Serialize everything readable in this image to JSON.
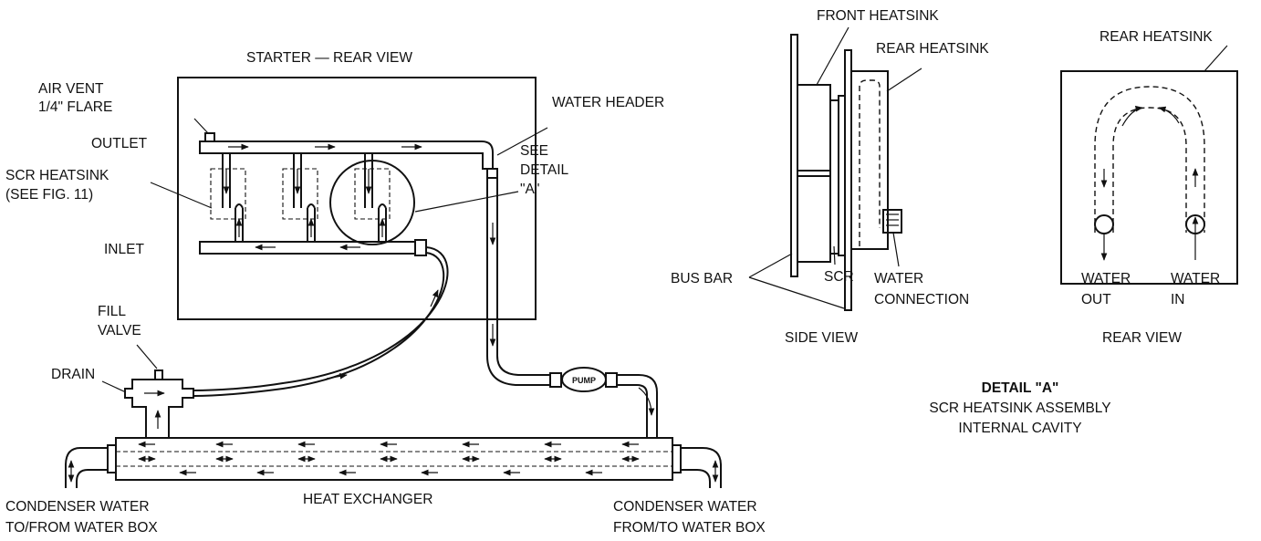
{
  "labels": {
    "starter_title": "STARTER — REAR VIEW",
    "air_vent_1": "AIR VENT",
    "air_vent_2": "1/4\" FLARE",
    "outlet": "OUTLET",
    "scr_heatsink_1": "SCR HEATSINK",
    "scr_heatsink_2": "(SEE FIG. 11)",
    "inlet": "INLET",
    "water_header": "WATER HEADER",
    "see_detail_1": "SEE",
    "see_detail_2": "DETAIL",
    "see_detail_3": "\"A\"",
    "fill_valve_1": "FILL",
    "fill_valve_2": "VALVE",
    "drain": "DRAIN",
    "pump": "PUMP",
    "heat_exchanger": "HEAT EXCHANGER",
    "condenser_left_1": "CONDENSER WATER",
    "condenser_left_2": "TO/FROM WATER BOX",
    "condenser_right_1": "CONDENSER WATER",
    "condenser_right_2": "FROM/TO WATER BOX",
    "front_heatsink": "FRONT HEATSINK",
    "rear_heatsink_side": "REAR HEATSINK",
    "rear_heatsink_rear": "REAR HEATSINK",
    "bus_bar": "BUS BAR",
    "scr": "SCR",
    "water_connection_1": "WATER",
    "water_connection_2": "CONNECTION",
    "side_view": "SIDE VIEW",
    "water_out_1": "WATER",
    "water_out_2": "OUT",
    "water_in_1": "WATER",
    "water_in_2": "IN",
    "rear_view": "REAR VIEW",
    "detail_title": "DETAIL \"A\"",
    "detail_sub_1": "SCR HEATSINK ASSEMBLY",
    "detail_sub_2": "INTERNAL CAVITY"
  }
}
